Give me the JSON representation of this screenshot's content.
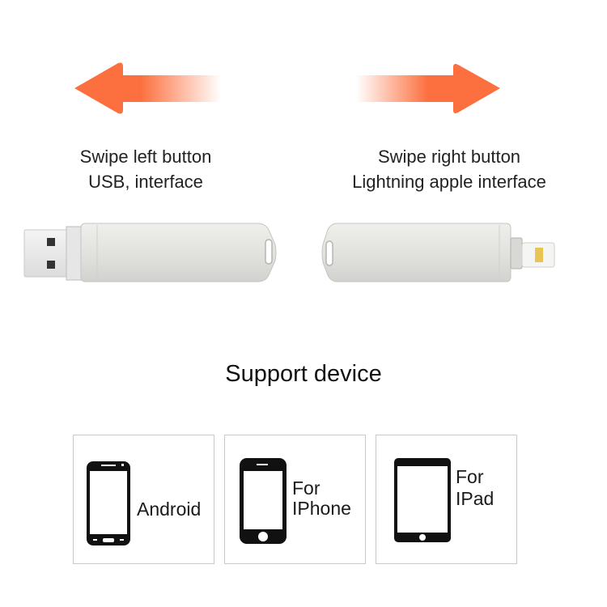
{
  "arrows": {
    "left": {
      "direction": "left",
      "color": "#fc6f3e"
    },
    "right": {
      "direction": "right",
      "color": "#fc6f3e"
    }
  },
  "captions": {
    "left": {
      "line1": "Swipe left button",
      "line2": "USB, interface"
    },
    "right": {
      "line1": "Swipe right button",
      "line2": "Lightning apple interface"
    }
  },
  "products": {
    "left": {
      "icon": "usb-flash-drive-usb-side"
    },
    "right": {
      "icon": "usb-flash-drive-lightning-side"
    }
  },
  "support": {
    "title": "Support device",
    "devices": [
      {
        "icon": "android-phone-icon",
        "line1": "Android",
        "line2": ""
      },
      {
        "icon": "iphone-icon",
        "line1": "For",
        "line2": "IPhone"
      },
      {
        "icon": "ipad-icon",
        "line1": "For",
        "line2": "IPad"
      }
    ]
  }
}
